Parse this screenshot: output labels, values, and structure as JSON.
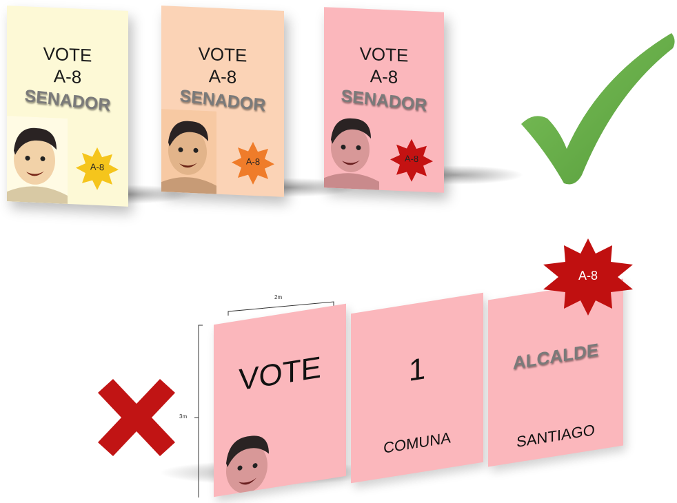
{
  "top_row": {
    "posters": [
      {
        "line1": "VOTE",
        "line2": "A-8",
        "role": "SENADOR",
        "badge": "A-8",
        "bg": "#fdf9d6",
        "badge_color": "#f5c51c",
        "skin": "#f2d2a8"
      },
      {
        "line1": "VOTE",
        "line2": "A-8",
        "role": "SENADOR",
        "badge": "A-8",
        "bg": "#fbd3b6",
        "badge_color": "#ef7c2a",
        "skin": "#e2b48a"
      },
      {
        "line1": "VOTE",
        "line2": "A-8",
        "role": "SENADOR",
        "badge": "A-8",
        "bg": "#fbb7bc",
        "badge_color": "#c41212",
        "skin": "#d89898"
      }
    ],
    "checkmark_color": "#6ab04c"
  },
  "bottom_row": {
    "panels": [
      {
        "text": "VOTE"
      },
      {
        "text": "1",
        "subtext": "COMUNA"
      },
      {
        "text": "ALCALDE",
        "subtext": "SANTIAGO"
      }
    ],
    "badge": "A-8",
    "badge_color": "#c01010",
    "width_label": "2m",
    "height_label": "3m",
    "cross_color": "#c11414"
  }
}
